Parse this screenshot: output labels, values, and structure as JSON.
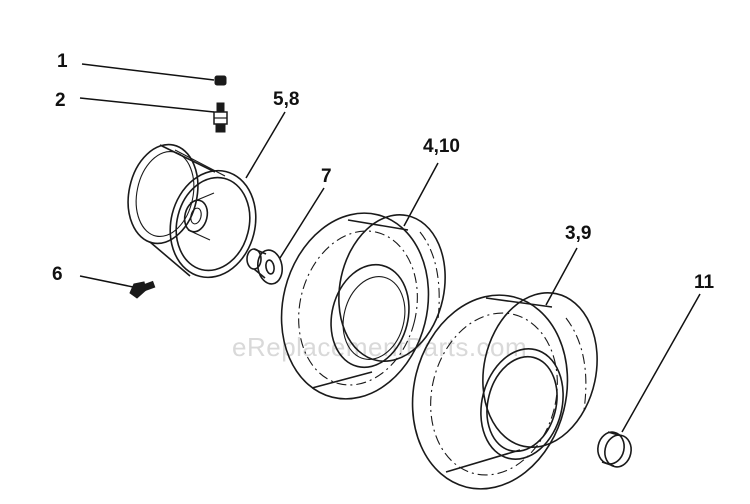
{
  "callouts": {
    "c1": "1",
    "c2": "2",
    "c5_8": "5,8",
    "c7": "7",
    "c4_10": "4,10",
    "c3_9": "3,9",
    "c6": "6",
    "c11": "11"
  },
  "watermark": "eReplacementParts.com"
}
